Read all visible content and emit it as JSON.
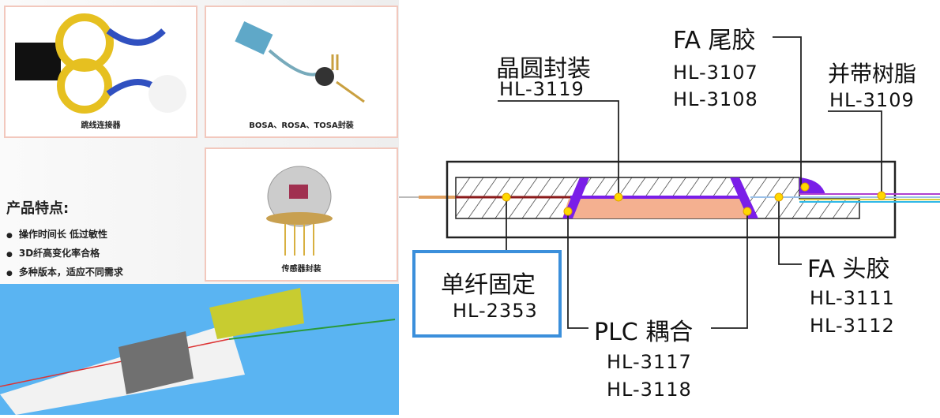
{
  "products": [
    {
      "label": "跳线连接器"
    },
    {
      "label": "BOSA、ROSA、TOSA封装"
    },
    {
      "label": "传感器封装"
    }
  ],
  "features": {
    "title": "产品特点:",
    "items": [
      "操作时间长  低过敏性",
      "3D纤高变化率合格",
      "多种版本，适应不同需求"
    ]
  },
  "diagram": {
    "wafer": {
      "name": "晶圆封装",
      "codes": [
        "HL-3119"
      ]
    },
    "fa_tail": {
      "name": "FA 尾胶",
      "codes": [
        "HL-3107",
        "HL-3108"
      ]
    },
    "ribbon": {
      "name": "并带树脂",
      "codes": [
        "HL-3109"
      ]
    },
    "single_fiber": {
      "name": "单纤固定",
      "codes": [
        "HL-2353"
      ]
    },
    "plc": {
      "name": "PLC 耦合",
      "codes": [
        "HL-3117",
        "HL-3118"
      ]
    },
    "fa_head": {
      "name": "FA 头胶",
      "codes": [
        "HL-3111",
        "HL-3112"
      ]
    }
  },
  "colors": {
    "glue": "#7a1ee8",
    "dot": "#ffd800",
    "chip": "#f4b090",
    "highlight": "#3b8fdb"
  }
}
